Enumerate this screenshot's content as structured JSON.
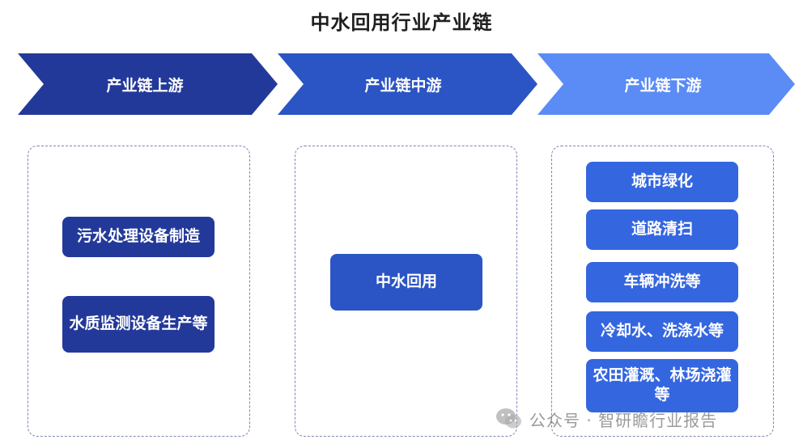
{
  "title": "中水回用行业产业链",
  "stages": [
    {
      "label": "产业链上游",
      "color": "#23399a"
    },
    {
      "label": "产业链中游",
      "color": "#2b55c4"
    },
    {
      "label": "产业链下游",
      "color": "#5b8cf5"
    }
  ],
  "upstream": {
    "items": [
      "污水处理设备制造",
      "水质监测设备生产等"
    ]
  },
  "midstream": {
    "items": [
      "中水回用"
    ]
  },
  "downstream": {
    "items": [
      "城市绿化",
      "道路清扫",
      "车辆冲洗等",
      "冷却水、洗涤水等",
      "农田灌溉、林场浇灌等"
    ]
  },
  "watermark": {
    "text": "公众号 · 智研瞻行业报告",
    "icon": "wechat-icon"
  },
  "colors": {
    "panel_border": "#7b86b8",
    "upstream_box": "#23399a",
    "midstream_box": "#2b55c4",
    "downstream_box": "#3466e0"
  }
}
